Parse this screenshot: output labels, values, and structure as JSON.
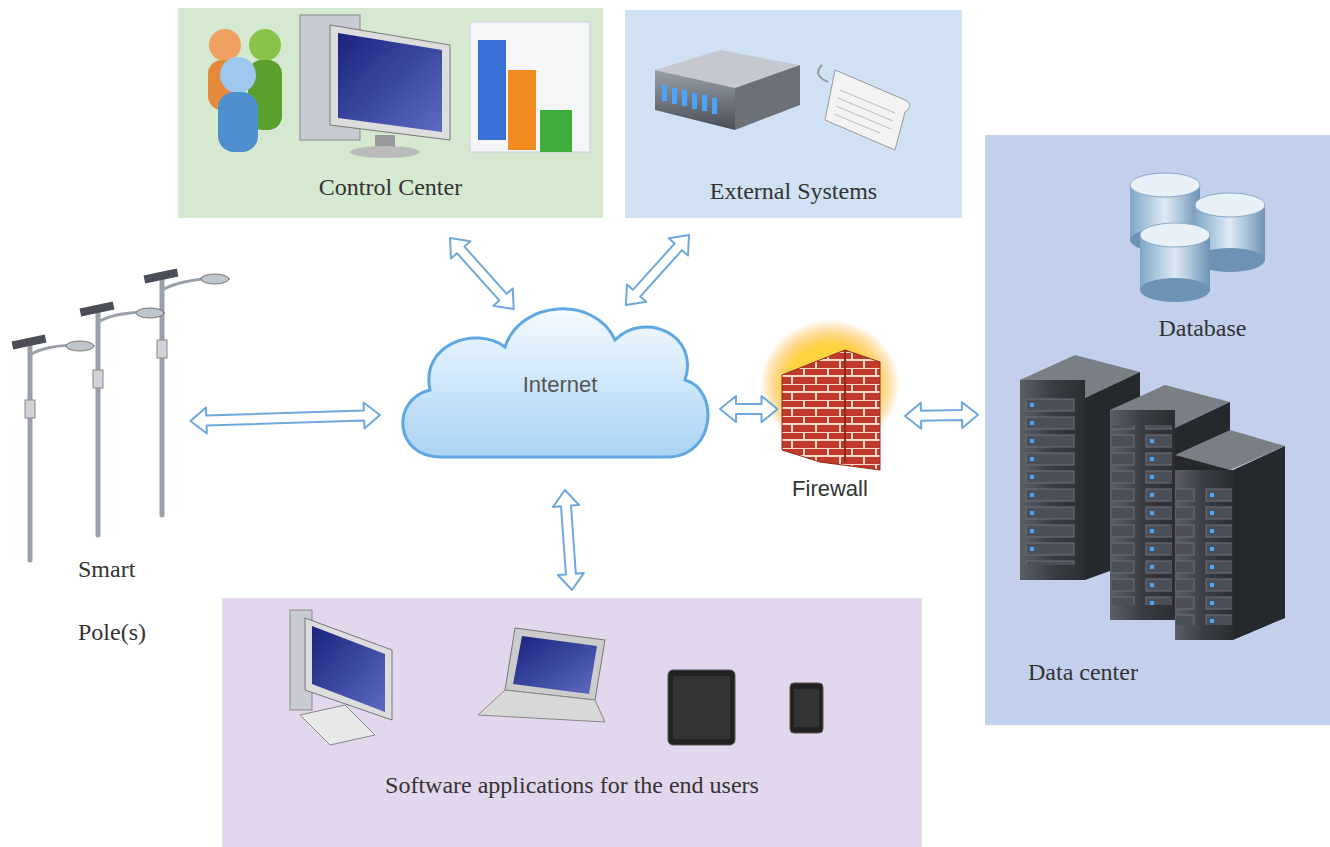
{
  "diagram": {
    "nodes": [
      {
        "text": [
          "Control Center"
        ]
      },
      {
        "text": [
          "External Systems"
        ]
      },
      {
        "text": [
          "Data center"
        ]
      },
      {
        "text": [
          "Database"
        ],
        "in": 2
      },
      {
        "text": [
          "Smart Pole(s)"
        ]
      },
      {
        "text": [
          "Internet"
        ]
      },
      {
        "text": [
          "Firewall"
        ]
      },
      {
        "text": [
          "Software applications for the end users"
        ]
      }
    ],
    "edges": [
      {
        "from": 0,
        "to": 5,
        "arrow": "both"
      },
      {
        "from": 1,
        "to": 5,
        "arrow": "both"
      },
      {
        "from": 4,
        "to": 5,
        "arrow": "both"
      },
      {
        "from": 5,
        "to": 6,
        "arrow": "both"
      },
      {
        "from": 6,
        "to": 2,
        "arrow": "both"
      },
      {
        "from": 5,
        "to": 7,
        "arrow": "both"
      }
    ]
  }
}
